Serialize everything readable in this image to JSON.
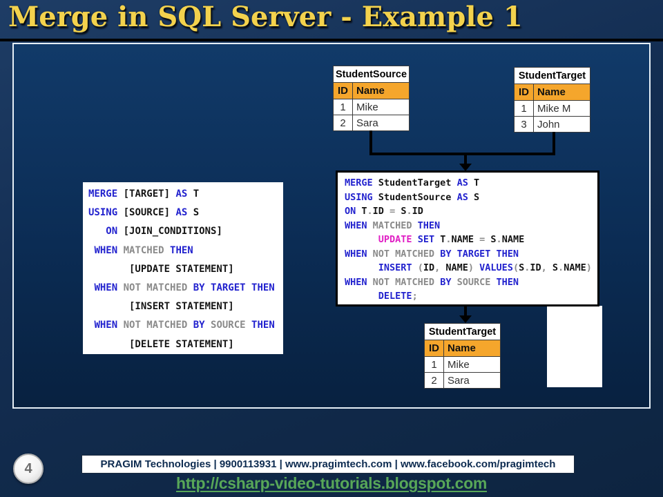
{
  "slide": {
    "title": "Merge in SQL Server - Example 1",
    "page_number": "4"
  },
  "syntax_box": {
    "lines": [
      [
        [
          "kw",
          "MERGE"
        ],
        [
          "pl",
          " [TARGET] "
        ],
        [
          "kw",
          "AS"
        ],
        [
          "pl",
          " T"
        ]
      ],
      [
        [
          "kw",
          "USING"
        ],
        [
          "pl",
          " [SOURCE] "
        ],
        [
          "kw",
          "AS"
        ],
        [
          "pl",
          " S"
        ]
      ],
      [
        [
          "pl",
          "   "
        ],
        [
          "kw",
          "ON"
        ],
        [
          "pl",
          " [JOIN_CONDITIONS]"
        ]
      ],
      [
        [
          "pl",
          " "
        ],
        [
          "kw",
          "WHEN"
        ],
        [
          "gy",
          " MATCHED "
        ],
        [
          "kw",
          "THEN"
        ]
      ],
      [
        [
          "pl",
          "       [UPDATE STATEMENT]"
        ]
      ],
      [
        [
          "pl",
          " "
        ],
        [
          "kw",
          "WHEN"
        ],
        [
          "gy",
          " NOT MATCHED "
        ],
        [
          "kw",
          "BY TARGET THEN"
        ]
      ],
      [
        [
          "pl",
          "       [INSERT STATEMENT]"
        ]
      ],
      [
        [
          "pl",
          " "
        ],
        [
          "kw",
          "WHEN"
        ],
        [
          "gy",
          " NOT MATCHED "
        ],
        [
          "kw",
          "BY"
        ],
        [
          "gy",
          " SOURCE "
        ],
        [
          "kw",
          "THEN"
        ]
      ],
      [
        [
          "pl",
          "       [DELETE STATEMENT]"
        ]
      ]
    ]
  },
  "diagram": {
    "source_table": {
      "title": "StudentSource",
      "col_id": "ID",
      "col_name": "Name",
      "rows": [
        [
          "1",
          "Mike"
        ],
        [
          "2",
          "Sara"
        ]
      ]
    },
    "target_table_before": {
      "title": "StudentTarget",
      "col_id": "ID",
      "col_name": "Name",
      "rows": [
        [
          "1",
          "Mike M"
        ],
        [
          "3",
          "John"
        ]
      ]
    },
    "merge_code": {
      "lines": [
        [
          [
            "kw",
            "MERGE"
          ],
          [
            "pl",
            " StudentTarget "
          ],
          [
            "kw",
            "AS"
          ],
          [
            "pl",
            " T"
          ]
        ],
        [
          [
            "kw",
            "USING"
          ],
          [
            "pl",
            " StudentSource "
          ],
          [
            "kw",
            "AS"
          ],
          [
            "pl",
            " S"
          ]
        ],
        [
          [
            "kw",
            "ON"
          ],
          [
            "pl",
            " T"
          ],
          [
            "gy",
            "."
          ],
          [
            "pl",
            "ID "
          ],
          [
            "gy",
            "="
          ],
          [
            "pl",
            " S"
          ],
          [
            "gy",
            "."
          ],
          [
            "pl",
            "ID"
          ]
        ],
        [
          [
            "kw",
            "WHEN"
          ],
          [
            "gy",
            " MATCHED "
          ],
          [
            "kw",
            "THEN"
          ]
        ],
        [
          [
            "pl",
            "      "
          ],
          [
            "mg",
            "UPDATE"
          ],
          [
            "pl",
            " "
          ],
          [
            "kw",
            "SET"
          ],
          [
            "pl",
            " T"
          ],
          [
            "gy",
            "."
          ],
          [
            "pl",
            "NAME "
          ],
          [
            "gy",
            "="
          ],
          [
            "pl",
            " S"
          ],
          [
            "gy",
            "."
          ],
          [
            "pl",
            "NAME"
          ]
        ],
        [
          [
            "kw",
            "WHEN"
          ],
          [
            "gy",
            " NOT MATCHED "
          ],
          [
            "kw",
            "BY TARGET THEN"
          ]
        ],
        [
          [
            "pl",
            "      "
          ],
          [
            "kw",
            "INSERT"
          ],
          [
            "pl",
            " "
          ],
          [
            "gy",
            "("
          ],
          [
            "pl",
            "ID"
          ],
          [
            "gy",
            ", "
          ],
          [
            "pl",
            "NAME"
          ],
          [
            "gy",
            ")"
          ],
          [
            "pl",
            " "
          ],
          [
            "kw",
            "VALUES"
          ],
          [
            "gy",
            "("
          ],
          [
            "pl",
            "S"
          ],
          [
            "gy",
            "."
          ],
          [
            "pl",
            "ID"
          ],
          [
            "gy",
            ", "
          ],
          [
            "pl",
            "S"
          ],
          [
            "gy",
            "."
          ],
          [
            "pl",
            "NAME"
          ],
          [
            "gy",
            ")"
          ]
        ],
        [
          [
            "kw",
            "WHEN"
          ],
          [
            "gy",
            " NOT MATCHED "
          ],
          [
            "kw",
            "BY"
          ],
          [
            "gy",
            " SOURCE "
          ],
          [
            "kw",
            "THEN"
          ]
        ],
        [
          [
            "pl",
            "      "
          ],
          [
            "kw",
            "DELETE"
          ],
          [
            "gy",
            ";"
          ]
        ]
      ]
    },
    "target_table_after": {
      "title": "StudentTarget",
      "col_id": "ID",
      "col_name": "Name",
      "rows": [
        [
          "1",
          "Mike"
        ],
        [
          "2",
          "Sara"
        ]
      ]
    }
  },
  "footer": {
    "banner_text": "PRAGIM Technologies | 9900113931 | www.pragimtech.com | www.facebook.com/pragimtech",
    "link_url": "http://csharp-video-tutorials.blogspot.com"
  },
  "colors": {
    "title_yellow": "#F3D24D",
    "table_header_orange": "#F5A62C",
    "keyword_blue": "#2222CE",
    "comment_gray": "#8A8A8A",
    "update_magenta": "#E01FC4",
    "link_green": "#58A758",
    "background_navy": "#0D2C54"
  }
}
